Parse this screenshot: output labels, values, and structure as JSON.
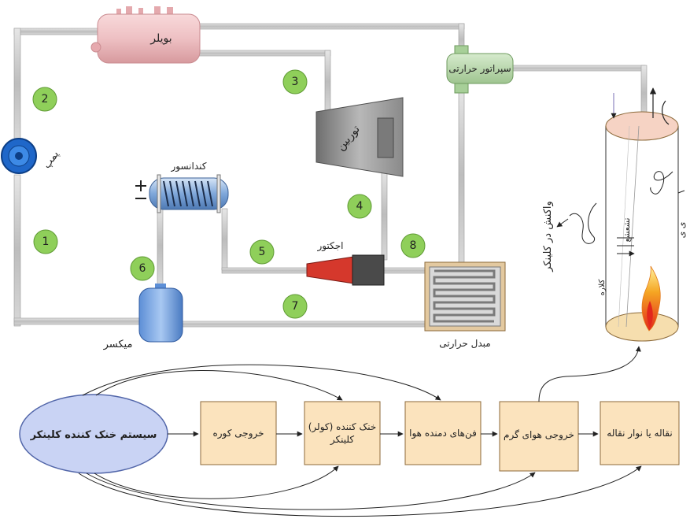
{
  "colors": {
    "pipe": "#c9c9c9",
    "boiler": "#f2c6c8",
    "number_circle": "#8fcf5a",
    "box_fill": "#fbe3bd",
    "ellipse_fill": "#c9d3f4",
    "flame": "#f5a623"
  },
  "components": {
    "boiler": "بویلر",
    "pump": "پمپ",
    "turbine": "توربین",
    "condenser": "کندانسور",
    "separator": "سپراتور حرارتی",
    "ejector": "اجکتور",
    "mixer": "میکسر",
    "heat_exchanger": "مبدل حرارتی"
  },
  "kiln": {
    "reaction_label": "واکنش در کلینکر",
    "radiation_label": "تشعشع",
    "wall_label": "کلاره",
    "edge_label": "ی ی"
  },
  "state_numbers": [
    "1",
    "2",
    "3",
    "4",
    "5",
    "6",
    "7",
    "8"
  ],
  "flow": {
    "system_label": "سیستم خنک کننده کلینکر",
    "steps": [
      "خروجی کوره",
      "خنک کننده (کولر)|کلینکر",
      "فن‌های دمنده هوا",
      "خروجی هوای گرم",
      "نقاله یا نوار نقاله"
    ]
  }
}
